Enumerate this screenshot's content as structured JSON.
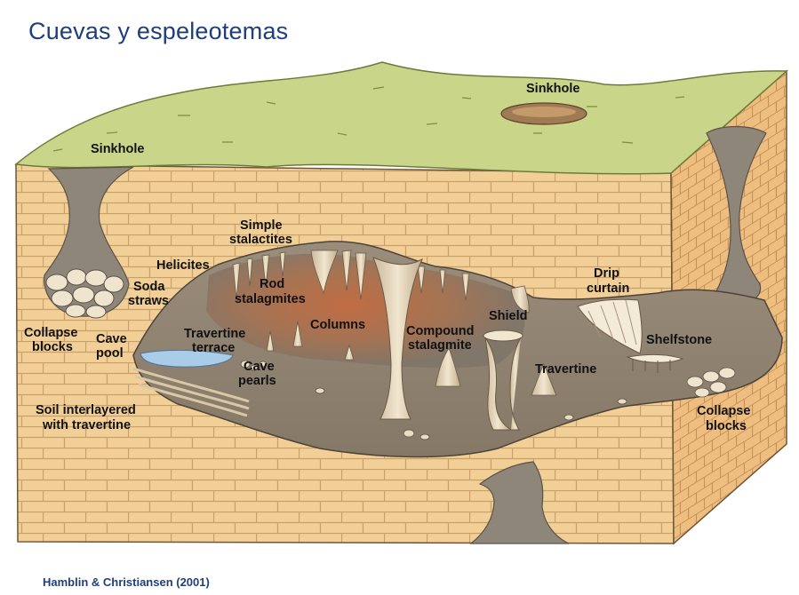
{
  "title": "Cuevas y espeleotemas",
  "credit": "Hamblin & Christiansen (2001)",
  "colors": {
    "title": "#1f3f7a",
    "grass": "#c9d68a",
    "limestone": "#f2cf96",
    "limestone_side": "#eebd80",
    "cave_floor": "#8f8273",
    "cave_glow": "#c8683a",
    "pool": "#a9cde8"
  },
  "labels": {
    "sinkhole_left": "Sinkhole",
    "sinkhole_top": "Sinkhole",
    "simple_stalactites_1": "Simple",
    "simple_stalactites_2": "stalactites",
    "helicites": "Helicites",
    "soda_straws_1": "Soda",
    "soda_straws_2": "straws",
    "rod_stalagmites_1": "Rod",
    "rod_stalagmites_2": "stalagmites",
    "columns": "Columns",
    "compound_stalagmite_1": "Compound",
    "compound_stalagmite_2": "stalagmite",
    "shield": "Shield",
    "drip_curtain_1": "Drip",
    "drip_curtain_2": "curtain",
    "shelfstone": "Shelfstone",
    "collapse_blocks_left_1": "Collapse",
    "collapse_blocks_left_2": "blocks",
    "cave_pool_1": "Cave",
    "cave_pool_2": "pool",
    "travertine_terrace_1": "Travertine",
    "travertine_terrace_2": "terrace",
    "cave_pearls_1": "Cave",
    "cave_pearls_2": "pearls",
    "travertine": "Travertine",
    "soil_1": "Soil interlayered",
    "soil_2": "with travertine",
    "collapse_blocks_right_1": "Collapse",
    "collapse_blocks_right_2": "blocks"
  }
}
